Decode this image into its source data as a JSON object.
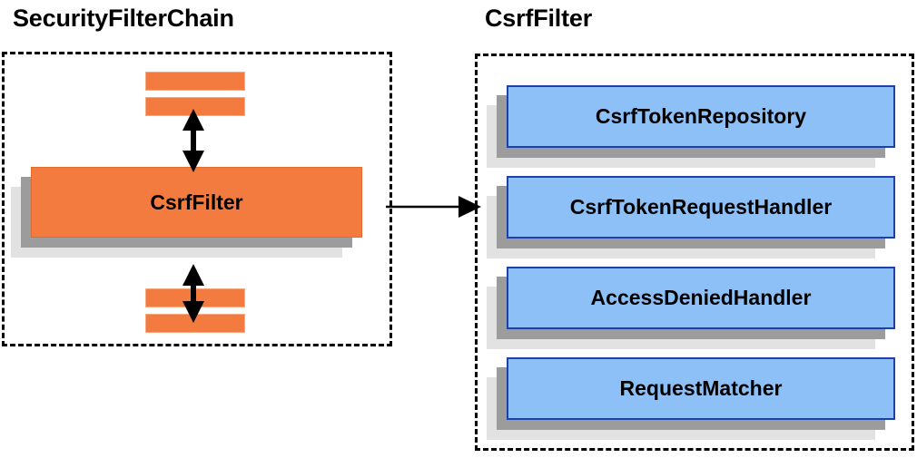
{
  "diagram": {
    "title_left": "SecurityFilterChain",
    "title_right": "CsrfFilter",
    "colors": {
      "orange_fill": "#F47B3F",
      "orange_border": "#E26A2C",
      "blue_fill": "#8CC0F7",
      "blue_border": "#1F3FAA",
      "shadow_dark": "#9C9C9C",
      "shadow_light": "#E2E2E2",
      "panel_border": "#000000",
      "arrow": "#000000",
      "background": "#FFFFFF"
    }
  },
  "left_panel": {
    "title": "SecurityFilterChain",
    "highlighted_filter": "CsrfFilter",
    "elided_filters_above": [
      "",
      ""
    ],
    "elided_filters_below": [
      "",
      ""
    ],
    "connector_above": "double-headed-vertical-arrow",
    "connector_below": "double-headed-vertical-arrow"
  },
  "right_panel": {
    "title": "CsrfFilter",
    "collaborators": [
      {
        "label": "CsrfTokenRepository"
      },
      {
        "label": "CsrfTokenRequestHandler"
      },
      {
        "label": "AccessDeniedHandler"
      },
      {
        "label": "RequestMatcher"
      }
    ]
  },
  "connector": {
    "type": "single-headed-horizontal-arrow",
    "from": "CsrfFilter",
    "to": "CsrfFilter collaborators panel",
    "label": ""
  }
}
